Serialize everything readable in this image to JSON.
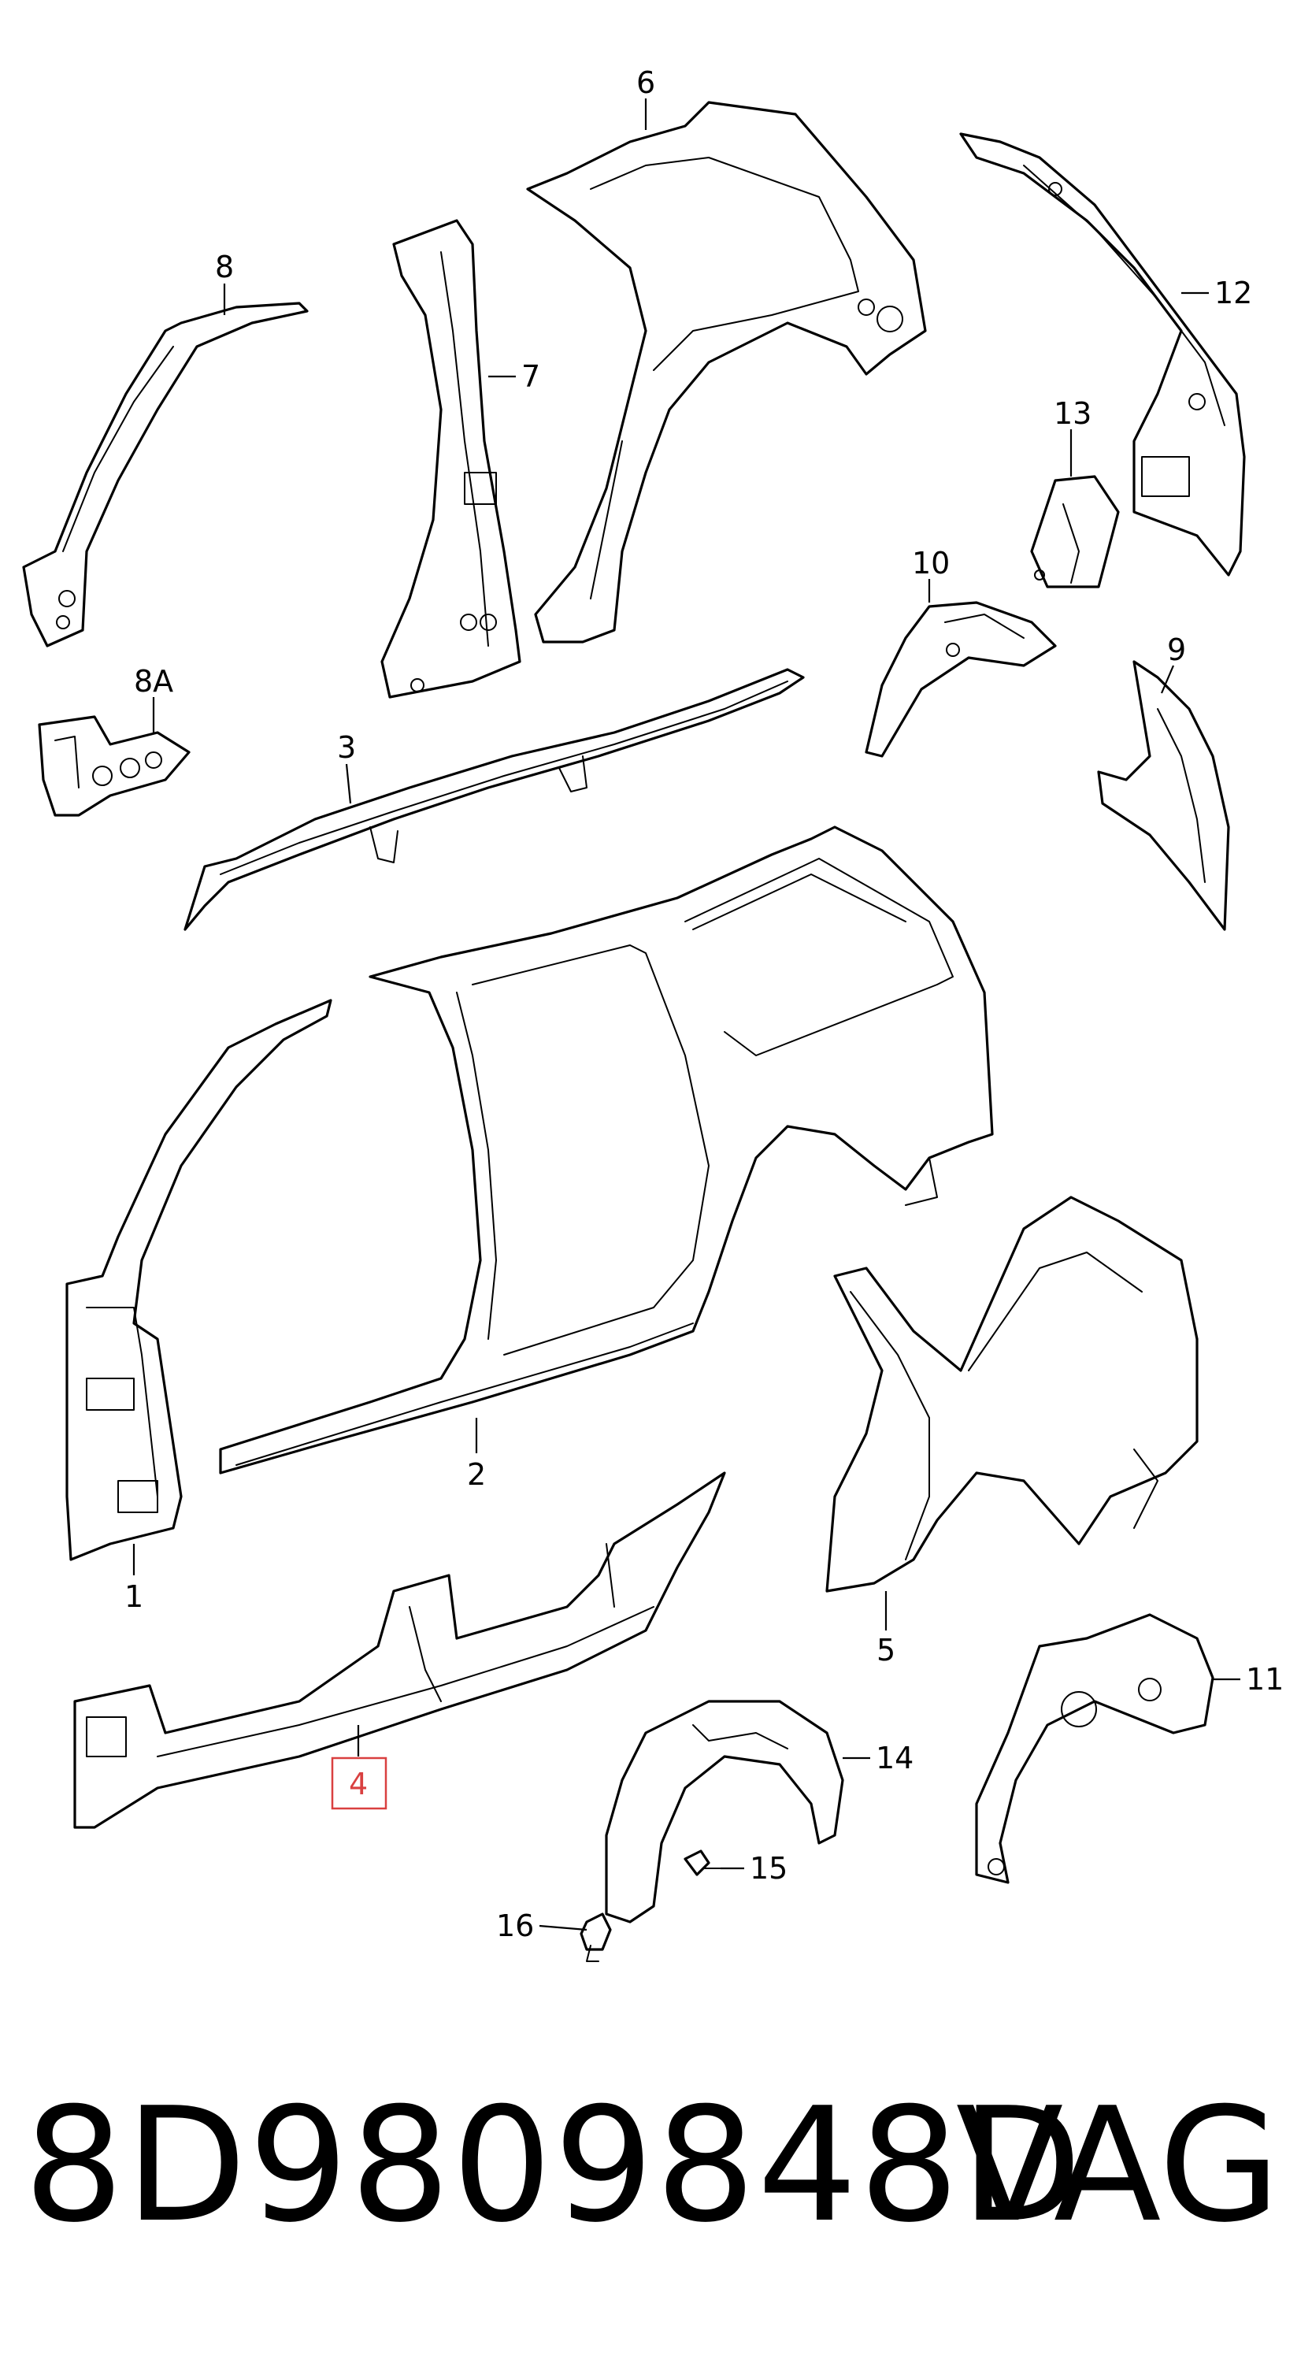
{
  "callouts": {
    "c1": "1",
    "c2": "2",
    "c3": "3",
    "c4": "4",
    "c5": "5",
    "c6": "6",
    "c7": "7",
    "c8": "8",
    "c8a": "8A",
    "c9": "9",
    "c10": "10",
    "c11": "11",
    "c12": "12",
    "c13": "13",
    "c14": "14",
    "c15": "15",
    "c16": "16"
  },
  "highlighted_callout": "4",
  "highlight_color": "#d94040",
  "footer": {
    "part_number": "8D9809848D",
    "brand": "VAG"
  }
}
